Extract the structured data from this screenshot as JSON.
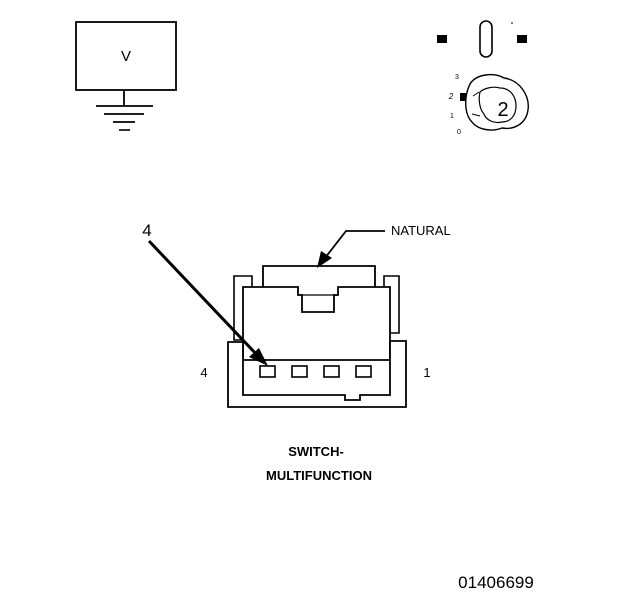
{
  "meter": {
    "symbol": "V"
  },
  "selector": {
    "positions": [
      "3",
      "2",
      "1",
      "0"
    ],
    "selected": "2"
  },
  "connector": {
    "color_label": "NATURAL",
    "callout_pin": "4",
    "pin_left_label": "4",
    "pin_right_label": "1",
    "name_line1": "SWITCH-",
    "name_line2": "MULTIFUNCTION"
  },
  "figure_id": "01406699"
}
